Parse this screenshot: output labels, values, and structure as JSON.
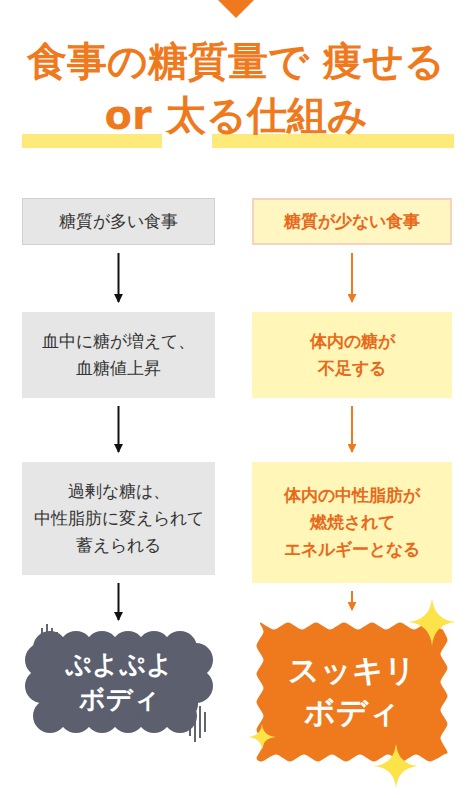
{
  "diagram": {
    "title": "食事の糖質量で 痩せる or 太る仕組み",
    "nodes": [
      {
        "text": [
          "糖質が多い食事"
        ]
      },
      {
        "text": [
          "血中に糖が増えて、 血糖値上昇"
        ]
      },
      {
        "text": [
          "過剰な糖は、 中性脂肪に変えられて 蓄えられる"
        ]
      },
      {
        "text": [
          "ぷよぷよ ボディ"
        ]
      },
      {
        "text": [
          "糖質が少ない食事"
        ]
      },
      {
        "text": [
          "体内の糖が 不足する"
        ]
      },
      {
        "text": [
          "体内の中性脂肪が 燃焼されて エネルギーとなる"
        ]
      },
      {
        "text": [
          "スッキリ ボディ"
        ]
      }
    ],
    "edges": [
      {
        "from": 0,
        "to": 1,
        "arrow": "to"
      },
      {
        "from": 1,
        "to": 2,
        "arrow": "to"
      },
      {
        "from": 2,
        "to": 3,
        "arrow": "to"
      },
      {
        "from": 4,
        "to": 5,
        "arrow": "to"
      },
      {
        "from": 5,
        "to": 6,
        "arrow": "to"
      },
      {
        "from": 6,
        "to": 7,
        "arrow": "to"
      }
    ]
  }
}
